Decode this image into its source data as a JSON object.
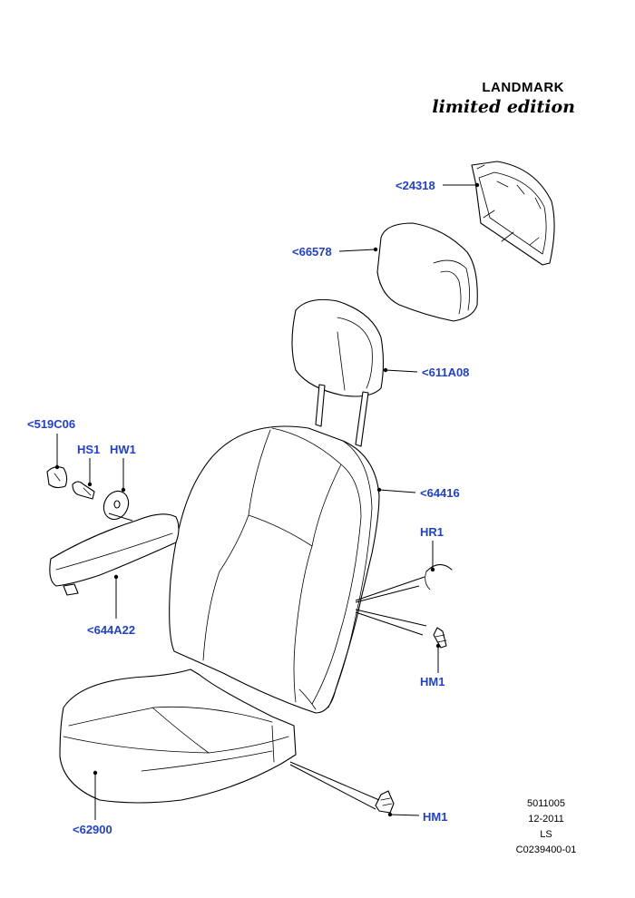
{
  "branding": {
    "name": "LANDMARK",
    "subtitle": "limited edition"
  },
  "part_labels": {
    "p24318": "<24318",
    "p66578": "<66578",
    "p611A08": "<611A08",
    "p519C06": "<519C06",
    "hs1": "HS1",
    "hw1": "HW1",
    "p64416": "<64416",
    "hr1": "HR1",
    "p644A22": "<644A22",
    "hm1_upper": "HM1",
    "hm1_lower": "HM1",
    "p62900": "<62900"
  },
  "reference": {
    "code": "5011005",
    "date": "12-2011",
    "model": "LS",
    "drawing_id": "C0239400-01"
  },
  "colors": {
    "label": "#1f3fd6",
    "line": "#000000"
  }
}
